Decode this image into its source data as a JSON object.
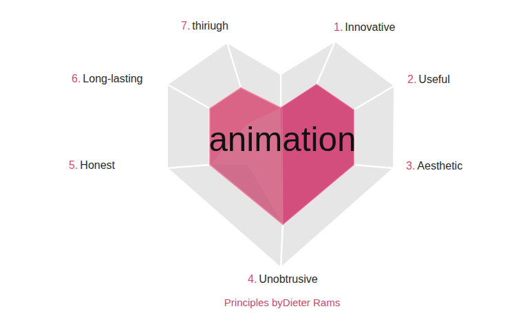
{
  "diagram": {
    "caption": "Principles byDieter Rams",
    "nodes": [
      {
        "text": [
          "animation"
        ]
      }
    ],
    "labels": [
      "7.",
      "thiriugh",
      "1.",
      "Innovative",
      "6.",
      "Long-lasting",
      "2.",
      "Useful",
      "5.",
      "Honest",
      "3.",
      "Aesthetic",
      "4.",
      "Unobtrusive"
    ]
  }
}
